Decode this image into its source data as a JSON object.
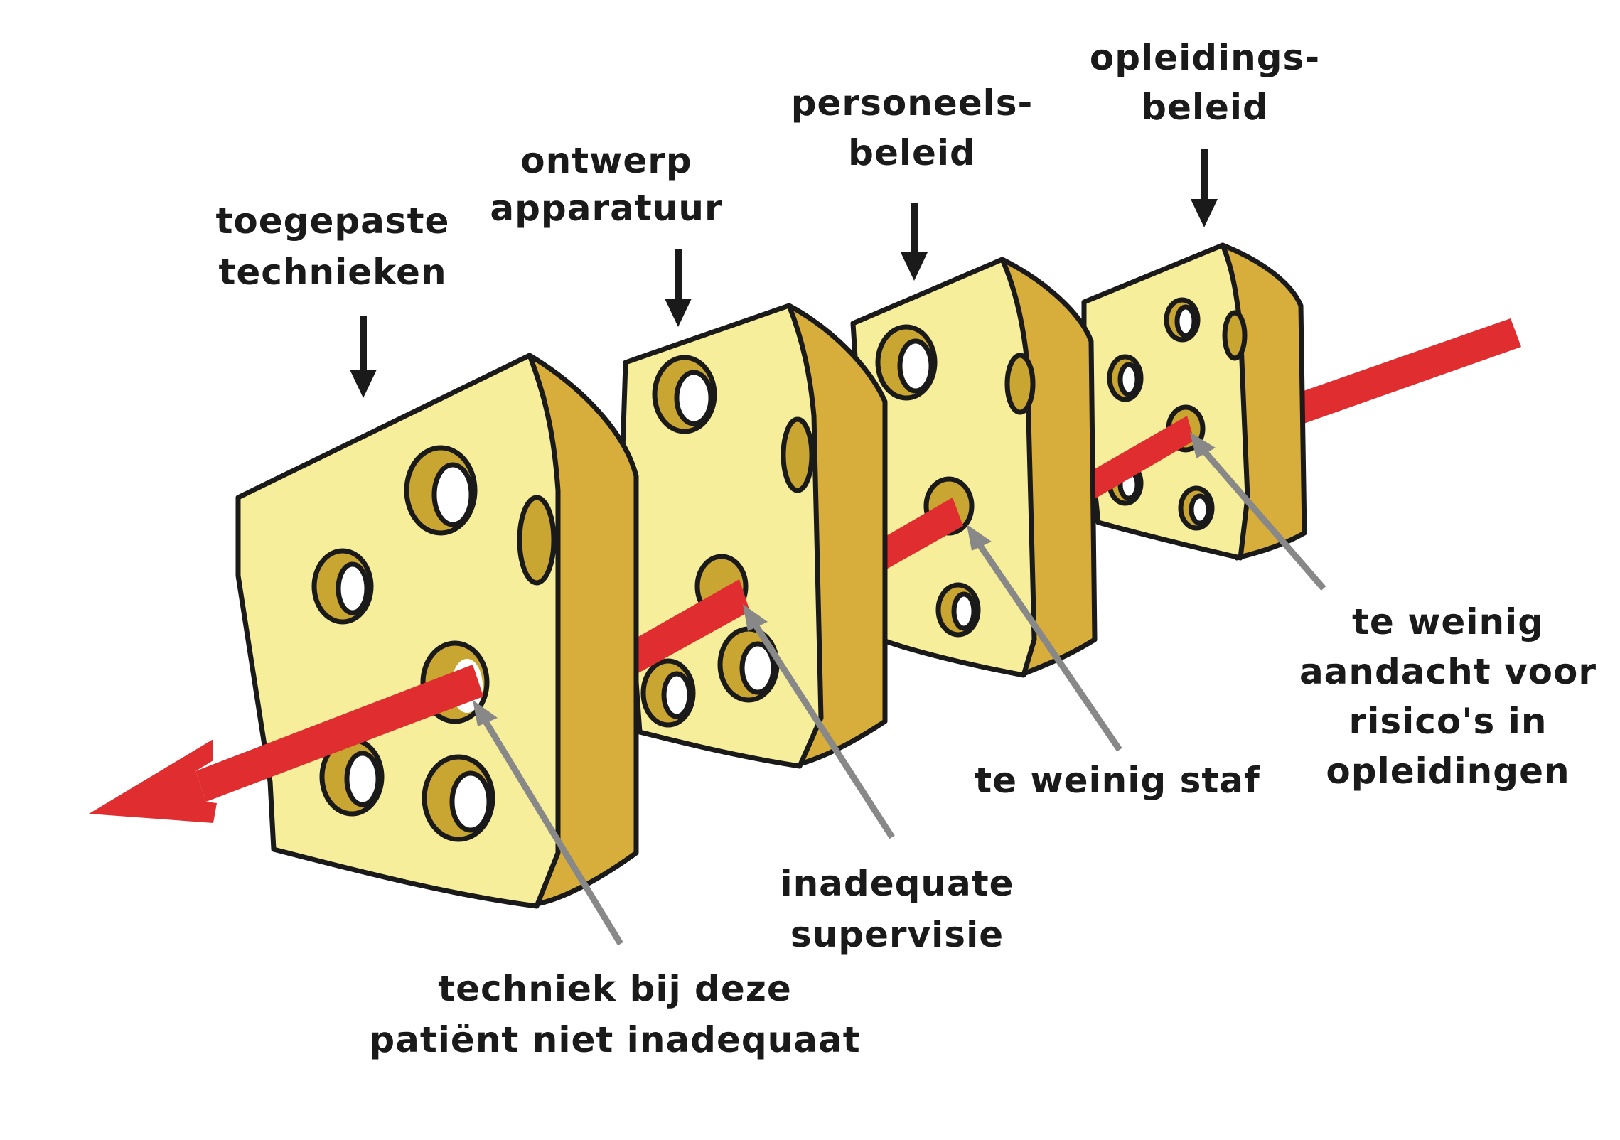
{
  "top_labels": [
    {
      "line1": "toegepaste",
      "line2": "technieken"
    },
    {
      "line1": "ontwerp",
      "line2": "apparatuur"
    },
    {
      "line1": "personeels-",
      "line2": "beleid"
    },
    {
      "line1": "opleidings-",
      "line2": "beleid"
    }
  ],
  "bottom_labels": [
    {
      "line1": "techniek bij deze",
      "line2": "patiënt niet inadequaat"
    },
    {
      "line1": "inadequate",
      "line2": "supervisie"
    },
    {
      "line1": "te weinig staf"
    },
    {
      "line1": "te weinig",
      "line2": "aandacht voor",
      "line3": "risico's in",
      "line4": "opleidingen"
    }
  ],
  "colors": {
    "cheese_face": "#f7ee9c",
    "cheese_side": "#d7ae3c",
    "hole_inner": "#c9a532",
    "arrow": "#e02d2f",
    "pointer": "#888888",
    "outline": "#1a1a1a"
  }
}
